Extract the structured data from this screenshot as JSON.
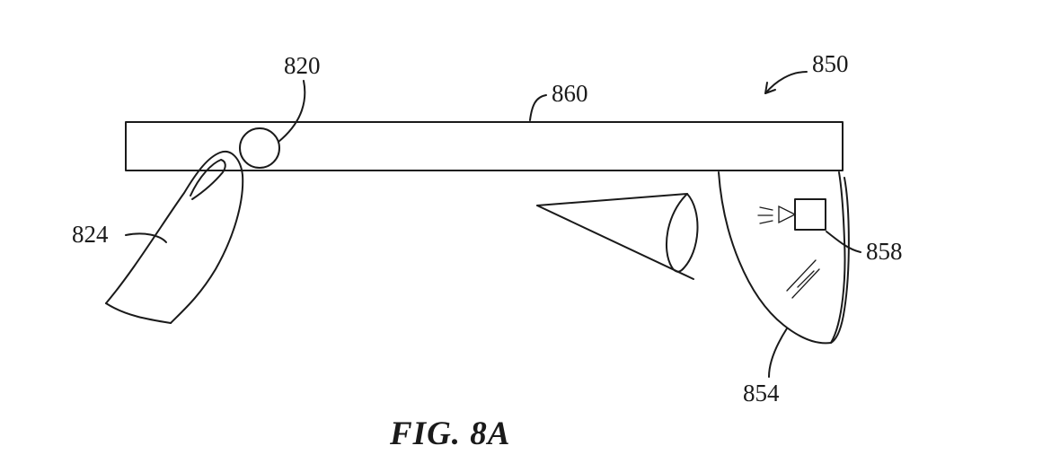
{
  "figure": {
    "caption": "FIG. 8A",
    "labels": {
      "ref_820": "820",
      "ref_824": "824",
      "ref_850": "850",
      "ref_854": "854",
      "ref_858": "858",
      "ref_860": "860"
    }
  }
}
